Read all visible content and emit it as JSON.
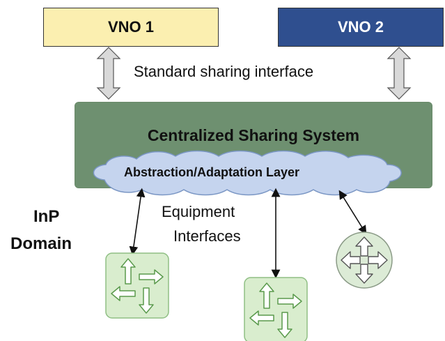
{
  "vno1": {
    "label": "VNO 1",
    "color": "#fbefb0"
  },
  "vno2": {
    "label": "VNO 2",
    "color": "#2f4f8f"
  },
  "sharing_interface_label": "Standard sharing interface",
  "central": {
    "title": "Centralized Sharing System",
    "color": "#6e9070"
  },
  "adaptation_layer": {
    "label": "Abstraction/Adaptation Layer",
    "color": "#c5d4ee"
  },
  "equipment_interfaces": {
    "line1": "Equipment",
    "line2": "Interfaces"
  },
  "inp_domain": {
    "line1": "InP",
    "line2": "Domain"
  },
  "equipment": [
    {
      "icon": "switch-icon"
    },
    {
      "icon": "switch-icon"
    },
    {
      "icon": "router-icon"
    }
  ]
}
